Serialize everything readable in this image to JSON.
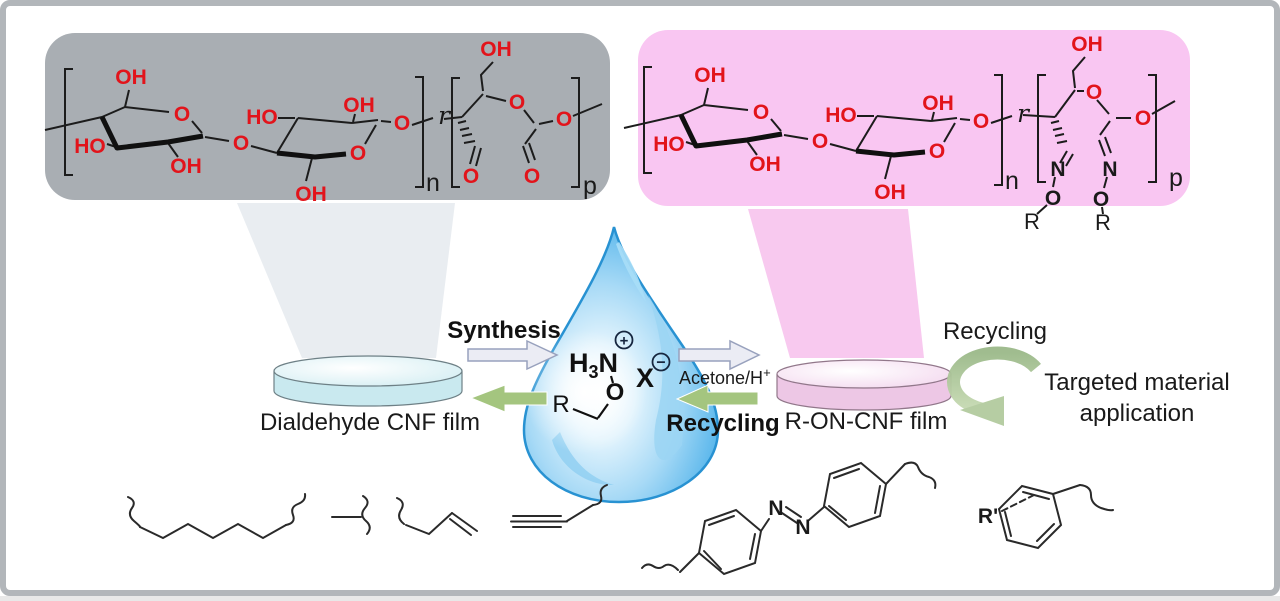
{
  "chem_labels": {
    "oh": "OH",
    "ho": "HO",
    "o": "O",
    "n": "N",
    "r": "R",
    "r_prime": "R'",
    "sub_n": "n",
    "sub_p": "p",
    "ratio_r": "r"
  },
  "droplet": {
    "amine_h": "H",
    "amine_sub": "3",
    "amine_n": "N",
    "plus": "+",
    "minus": "−",
    "counter_ion": "X",
    "oxygen": "O",
    "r_group": "R"
  },
  "process": {
    "synthesis": "Synthesis",
    "recycling": "Recycling",
    "acetone": "Acetone/H",
    "acetone_sup": "+"
  },
  "right_side": {
    "recycling": "Recycling",
    "targeted_line1": "Targeted material",
    "targeted_line2": "application"
  },
  "films": {
    "left": "Dialdehyde CNF film",
    "right": "R-ON-CNF film"
  },
  "colors": {
    "panel_gray": "#a9aeb3",
    "panel_pink": "#f9c6f2",
    "hetero_red": "#e2141b",
    "droplet_blue": "#52b2e9",
    "droplet_edge": "#2892d2",
    "arrow_green": "#a4c57f",
    "arrow_gray": "#ebecf4",
    "film_cyan": "#c9e9ef",
    "film_pink": "#edc7e5",
    "recycle_green": "#a9c496",
    "frame_gray": "#b2b6ba"
  }
}
